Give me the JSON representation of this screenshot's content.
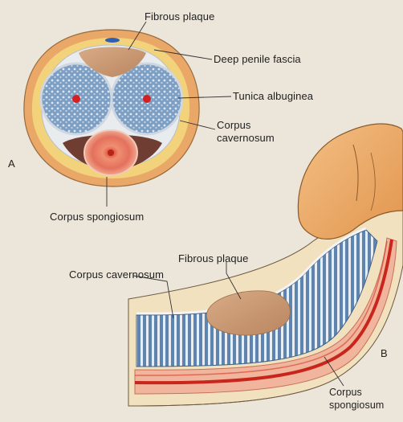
{
  "panel_a": {
    "letter": "A",
    "labels": {
      "fibrous_plaque": "Fibrous plaque",
      "deep_penile_fascia": "Deep penile fascia",
      "tunica_albuginea": "Tunica albuginea",
      "corpus_cavernosum_line1": "Corpus",
      "corpus_cavernosum_line2": "cavernosum",
      "corpus_spongiosum": "Corpus spongiosum"
    }
  },
  "panel_b": {
    "letter": "B",
    "labels": {
      "fibrous_plaque": "Fibrous plaque",
      "corpus_cavernosum": "Corpus cavernosum",
      "corpus_spongiosum_line1": "Corpus",
      "corpus_spongiosum_line2": "spongiosum"
    }
  },
  "colors": {
    "background": "#ebe5da",
    "skin": "#eaa868",
    "fascia": "#f2d27a",
    "tunica": "#e9ecef",
    "cavernosum": "#7d9fc4",
    "spongiosum": "#e8806a",
    "artery": "#d42020",
    "plaque": "#c99470"
  }
}
